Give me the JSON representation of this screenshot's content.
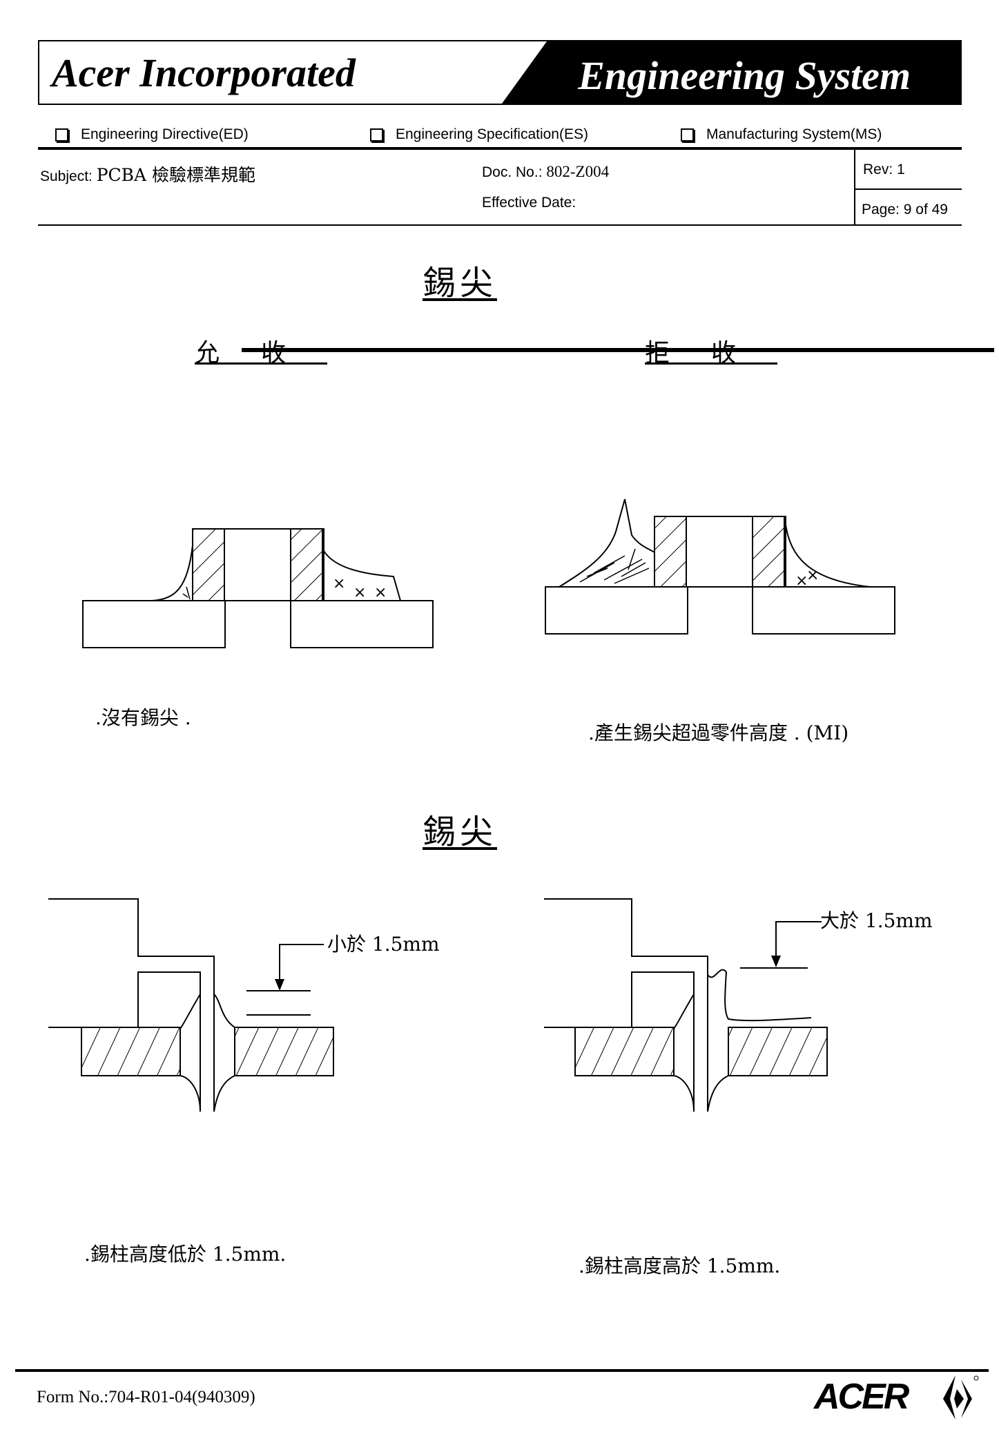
{
  "header": {
    "company": "Acer Incorporated",
    "system": "Engineering System"
  },
  "doc_types": [
    {
      "label": "Engineering  Directive(ED)"
    },
    {
      "label": "Engineering Specification(ES)"
    },
    {
      "label": "Manufacturing System(MS)"
    }
  ],
  "meta": {
    "subject_label": "Subject:",
    "subject_value": "PCBA 檢驗標準規範",
    "doc_no_label": "Doc. No.:",
    "doc_no_value": "802-Z004",
    "effective_date_label": "Effective Date:",
    "rev_label": "Rev:",
    "rev_value": "1",
    "page_label": "Page:",
    "page_value": "9",
    "page_of": "of 49"
  },
  "section1": {
    "title": "錫尖",
    "accept_label": "允收",
    "reject_label": "拒收",
    "accept_caption": ".沒有錫尖 .",
    "reject_caption": ".產生錫尖超過零件高度 . (MI)"
  },
  "section2": {
    "title": "錫尖",
    "left_dim_label": "小於 1.5mm",
    "right_dim_label": "大於 1.5mm",
    "left_caption": ".錫柱高度低於 1.5mm.",
    "right_caption": ".錫柱高度高於 1.5mm."
  },
  "footer": {
    "form_no": "Form No.:704-R01-04(940309)",
    "logo_text": "ACER"
  }
}
